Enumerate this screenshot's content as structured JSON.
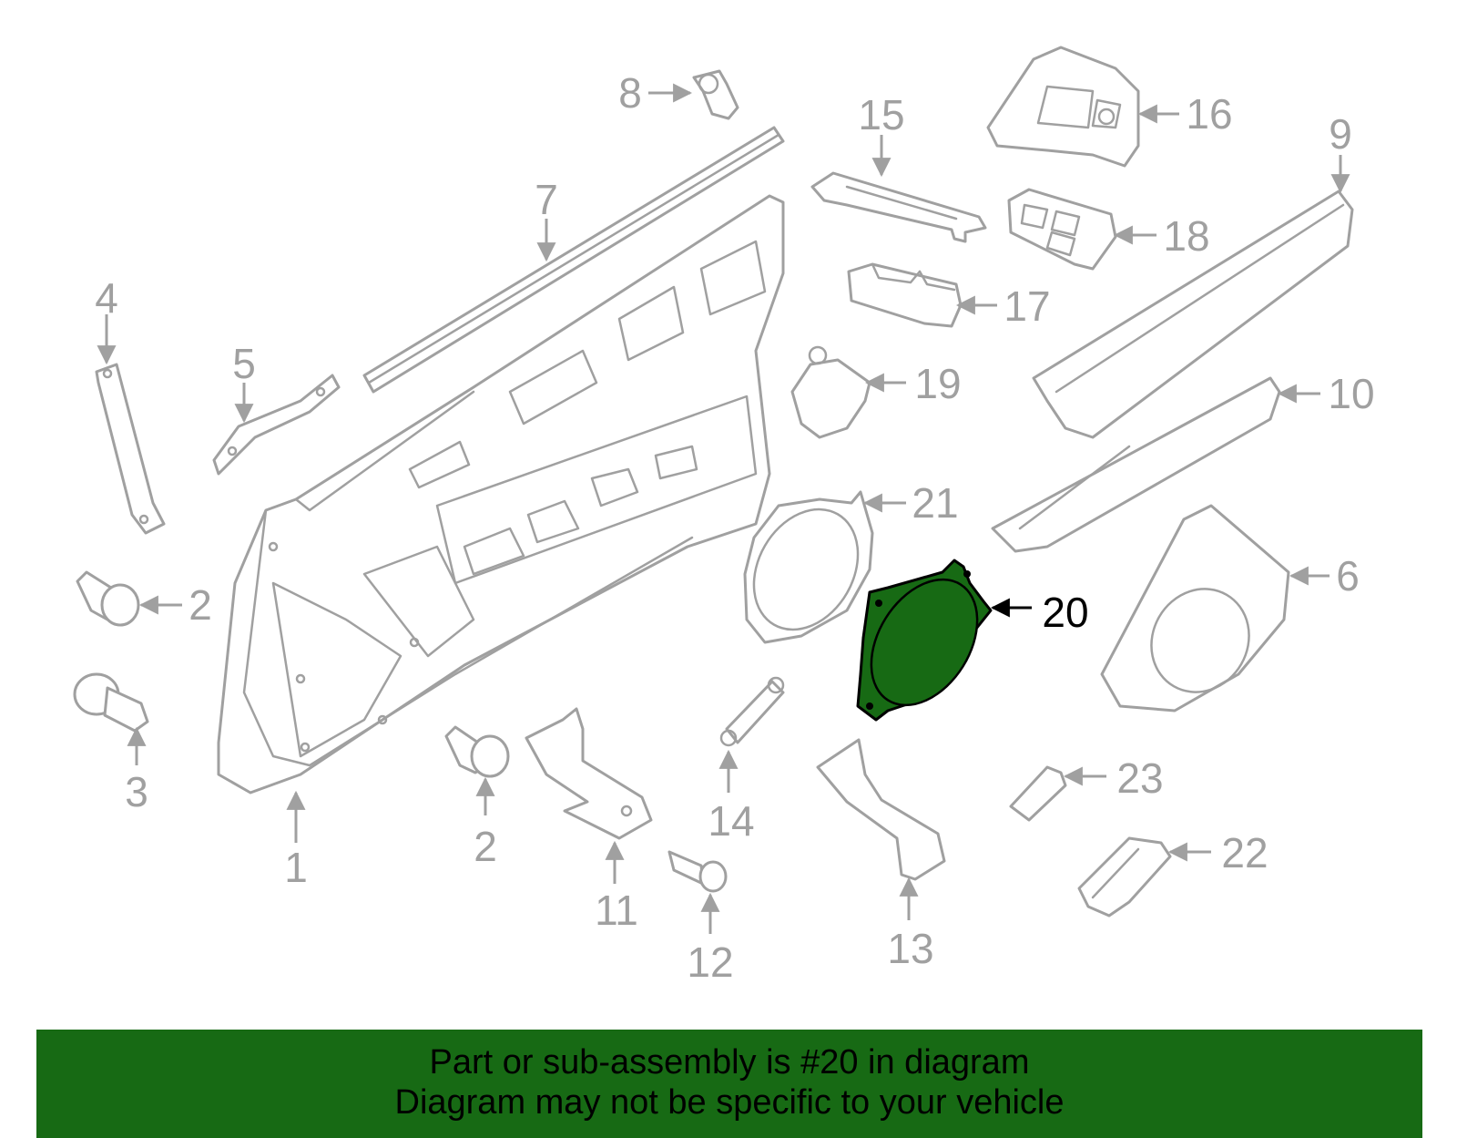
{
  "callouts": [
    "1",
    "2",
    "2",
    "3",
    "4",
    "5",
    "6",
    "7",
    "8",
    "9",
    "10",
    "11",
    "12",
    "13",
    "14",
    "15",
    "16",
    "17",
    "18",
    "19",
    "20",
    "21",
    "22",
    "23"
  ],
  "highlight": {
    "callout": "20",
    "color": "#176a14"
  },
  "banner": {
    "line1": "Part or sub-assembly is #20 in diagram",
    "line2": "Diagram may not be specific to your vehicle",
    "background": "#176a14"
  }
}
